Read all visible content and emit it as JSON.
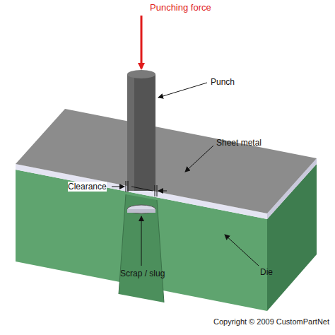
{
  "diagram": {
    "labels": [
      "Punching force",
      "Punch",
      "Sheet metal",
      "Clearance",
      "Scrap / slug",
      "Die",
      "Copyright © 2009 CustomPartNet"
    ]
  }
}
